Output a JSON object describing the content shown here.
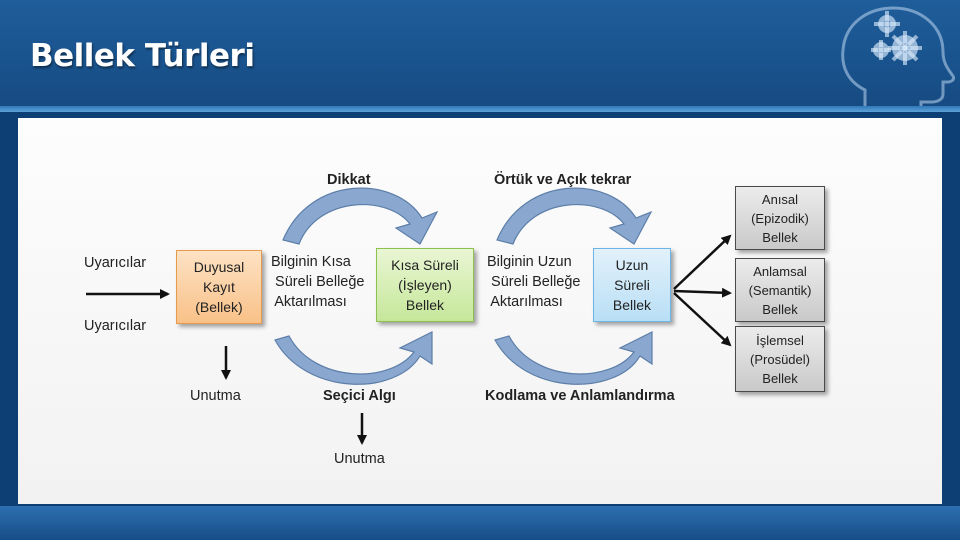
{
  "title": "Bellek Türleri",
  "icons": [
    "head-gears-icon"
  ],
  "inputs": {
    "top": "Uyarıcılar",
    "bottom": "Uyarıcılar"
  },
  "boxes": {
    "sensory": "Duyusal\nKayıt\n(Bellek)",
    "short_term": "Kısa Süreli\n(İşleyen)\nBellek",
    "long_term": "Uzun\nSüreli\nBellek",
    "episodic": "Anısal\n(Epizodik)\nBellek",
    "semantic": "Anlamsal\n(Semantik)\nBellek",
    "procedural": "İşlemsel\n(Prosüdel)\nBellek"
  },
  "transfer_labels": {
    "to_short": "Bilginin Kısa\n Süreli Belleğe\n Aktarılması",
    "to_long": "Bilginin Uzun\n Süreli Belleğe\n Aktarılması"
  },
  "process_labels": {
    "attention": "Dikkat",
    "selective_perception": "Seçici Algı",
    "rehearsal": "Örtük ve Açık tekrar",
    "encoding": "Kodlama ve Anlamlandırma"
  },
  "forgetting": {
    "sensory": "Unutma",
    "short_term": "Unutma"
  },
  "colors": {
    "header": "#1a5590",
    "sensory_box": "#f9c188",
    "short_term_box": "#c6e79a",
    "long_term_box": "#b9dff5",
    "type_box": "#c9c9c9",
    "curve_arrow": "#8aa8cf"
  }
}
